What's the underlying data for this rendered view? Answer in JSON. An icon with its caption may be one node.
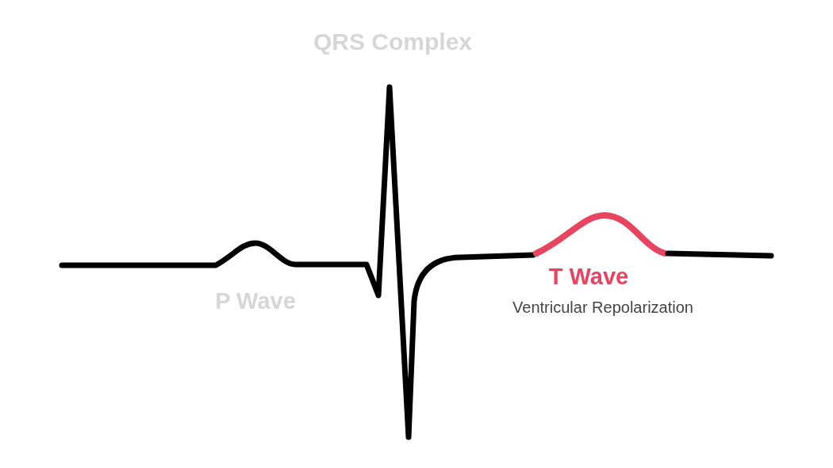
{
  "diagram": {
    "labels": [
      "QRS Complex",
      "P Wave",
      "T Wave",
      "Ventricular Repolarization"
    ]
  }
}
